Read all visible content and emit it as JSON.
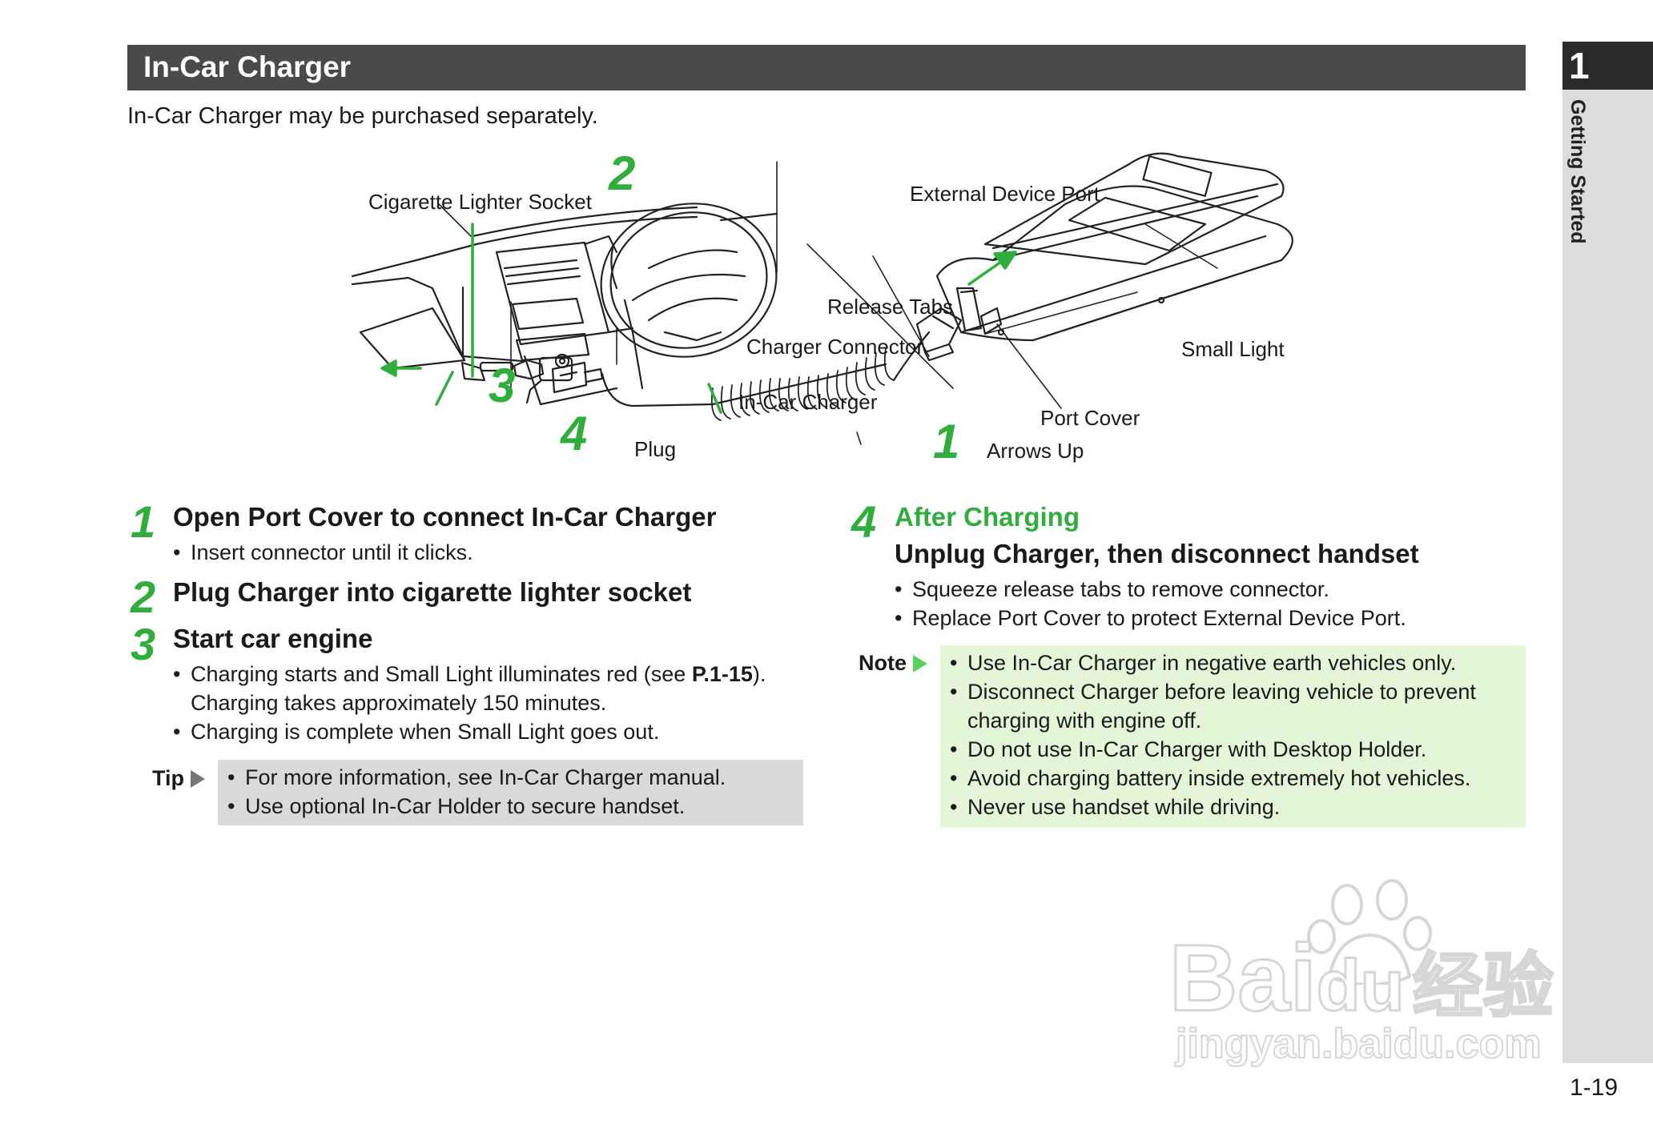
{
  "section": {
    "title": "In-Car Charger",
    "intro": "In-Car Charger may be purchased separately."
  },
  "chapter": {
    "number": "1",
    "label": "Getting Started"
  },
  "page_number": "1-19",
  "diagram": {
    "labels": {
      "cigarette_lighter_socket": "Cigarette Lighter Socket",
      "external_device_port": "External Device Port",
      "release_tabs": "Release Tabs",
      "charger_connector": "Charger Connector",
      "small_light": "Small Light",
      "in_car_charger": "In-Car Charger",
      "port_cover": "Port Cover",
      "arrows_up": "Arrows Up",
      "plug": "Plug"
    },
    "callouts": [
      "1",
      "2",
      "3",
      "4"
    ]
  },
  "steps": [
    {
      "num": "1",
      "title": "Open Port Cover to connect In-Car Charger",
      "bullets": [
        "Insert connector until it clicks."
      ]
    },
    {
      "num": "2",
      "title": "Plug Charger into cigarette lighter socket",
      "bullets": []
    },
    {
      "num": "3",
      "title": "Start car engine",
      "bullet1_pre": "Charging starts and Small Light illuminates red (see ",
      "bullet1_ref": "P.1-15",
      "bullet1_post": ").",
      "bullet1_cont": "Charging takes approximately 150 minutes.",
      "bullet2": "Charging is complete when Small Light goes out."
    },
    {
      "num": "4",
      "subtitle": "After Charging",
      "title": "Unplug Charger, then disconnect handset",
      "bullets": [
        "Squeeze release tabs to remove connector.",
        "Replace Port Cover to protect External Device Port."
      ]
    }
  ],
  "tip": {
    "label": "Tip",
    "items": [
      "For more information, see In-Car Charger manual.",
      "Use optional In-Car Holder to secure handset."
    ]
  },
  "note": {
    "label": "Note",
    "items": [
      "Use In-Car Charger in negative earth vehicles only.",
      "Disconnect Charger before leaving vehicle to prevent",
      "charging with engine off.",
      "Do not use In-Car Charger with Desktop Holder.",
      "Avoid charging battery inside extremely hot vehicles.",
      "Never use handset while driving."
    ]
  },
  "watermark": {
    "brand": "Bai",
    "brand2": "du",
    "cn": "经验",
    "url": "jingyan.baidu.com"
  },
  "colors": {
    "accent_green": "#2fae3c",
    "header_bar": "#4a4a4a",
    "tip_bg": "#d9d9d9",
    "note_bg": "#e3f7d8"
  }
}
